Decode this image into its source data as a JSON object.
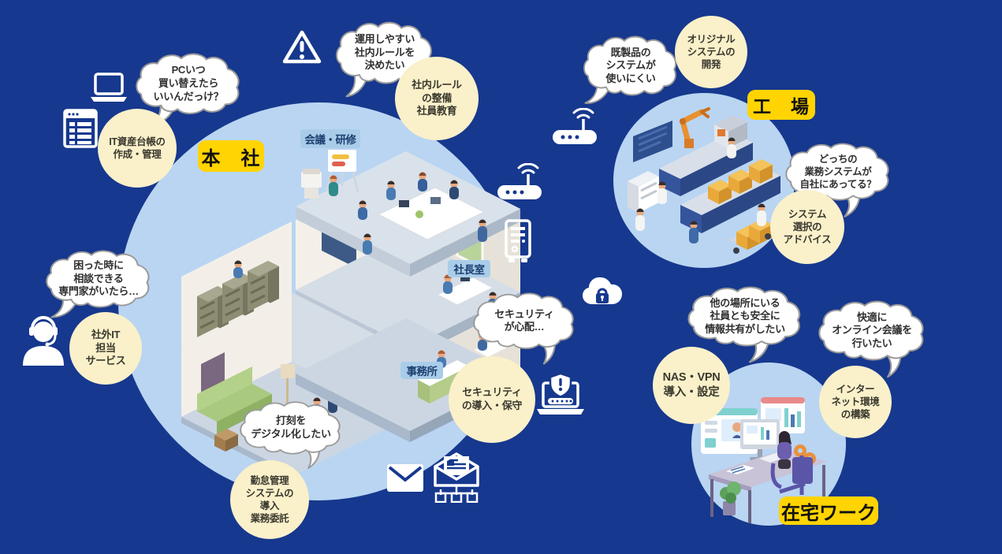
{
  "colors": {
    "background": "#16388e",
    "area_circle": "#b9d5f2",
    "bubble_fill": "#ffffff",
    "bubble_border": "#9a9a9a",
    "solution_fill": "#faf0ca",
    "label_yellow": "#ffd400",
    "room_label_bg": "#a9cde9",
    "text_dark": "#2f2f2f"
  },
  "areas": {
    "headquarters": {
      "label": "本　社",
      "rooms": {
        "meeting": "会議・研修",
        "president": "社長室",
        "office": "事務所"
      }
    },
    "factory": {
      "label": "工　場"
    },
    "remote": {
      "label": "在宅ワーク"
    }
  },
  "concerns": {
    "pc_replace": "PCいつ\n買い替えたら\nいいんだっけ？",
    "rules": "運用しやすい\n社内ルールを\n決めたい",
    "readymade": "既製品の\nシステムが\n使いにくい",
    "which_system": "どっちの\n業務システムが\n自社にあってる？",
    "expert": "困った時に\n相談できる\n専門家がいたら…",
    "security": "セキュリティ\nが心配…",
    "timestamp": "打刻を\nデジタル化したい",
    "share": "他の場所にいる\n社員とも安全に\n情報共有がしたい",
    "online_meeting": "快適に\nオンライン会議を\n行いたい"
  },
  "solutions": {
    "asset_ledger": "IT資産台帳の\n作成・管理",
    "rules_training": "社内ルール\nの整備\n社員教育",
    "original_system": "オリジナル\nシステムの\n開発",
    "system_advice": "システム\n選択の\nアドバイス",
    "external_it": "社外IT\n担当\nサービス",
    "security_install": "セキュリティ\nの導入・保守",
    "attendance": "勤怠管理\nシステムの\n導入\n業務委託",
    "nas_vpn": "NAS・VPN\n導入・設定",
    "internet": "インター\nネット環境\nの構築"
  },
  "icons": [
    "laptop-icon",
    "ledger-icon",
    "warning-triangle-icon",
    "wifi-router-icon",
    "wifi-router-icon",
    "server-icon",
    "cloud-lock-icon",
    "headset-operator-icon",
    "security-laptop-icon",
    "mail-icon",
    "mail-network-icon"
  ]
}
